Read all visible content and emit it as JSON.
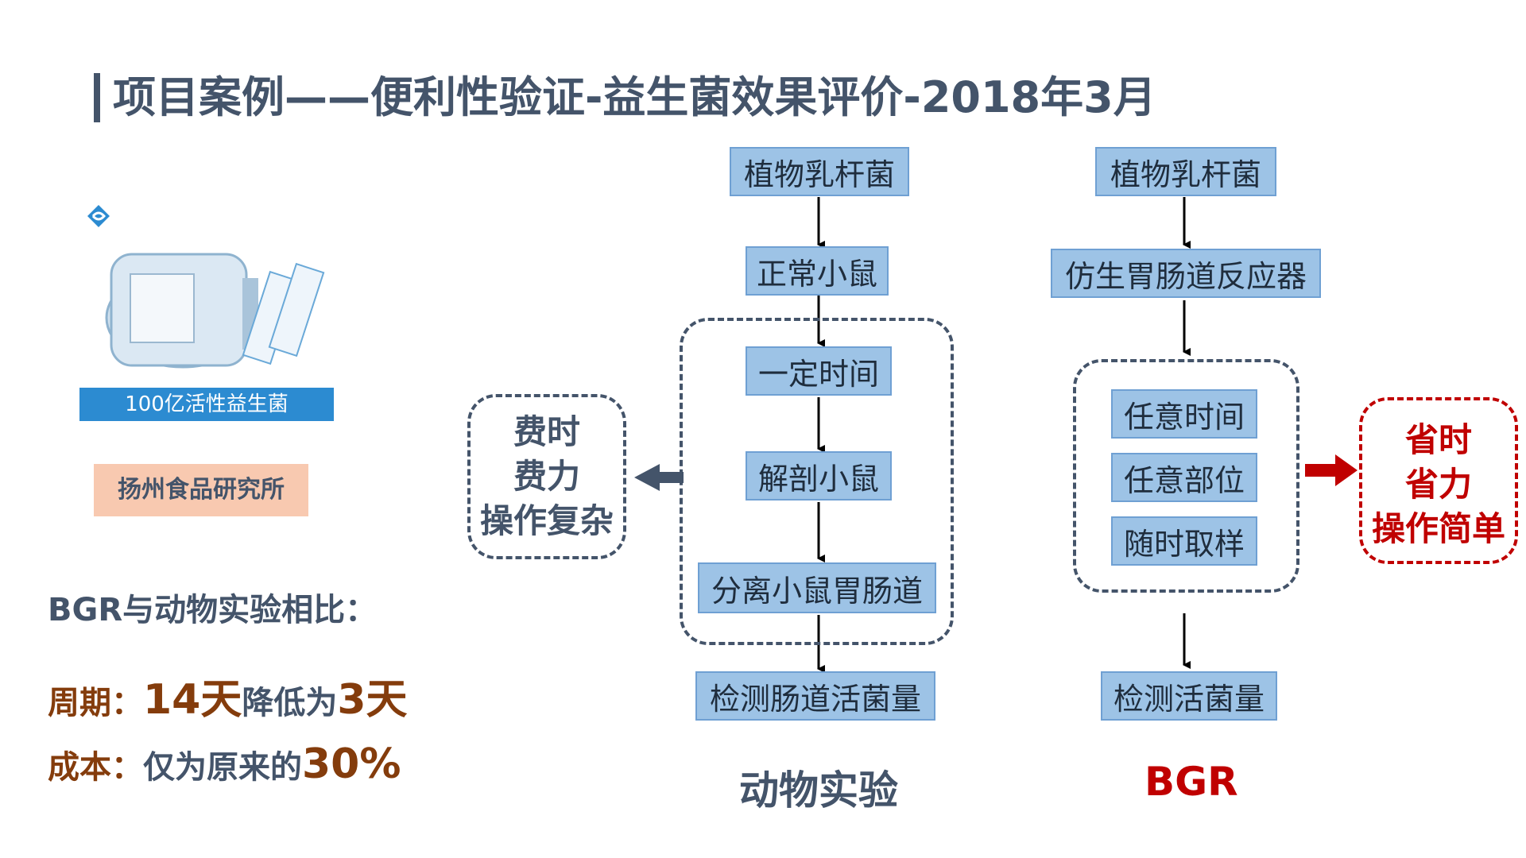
{
  "title": "项目案例——便利性验证-益生菌效果评价-2018年3月",
  "product": {
    "caption": "100亿活性益生菌",
    "institute": "扬州食品研究所"
  },
  "comparison": {
    "heading": "BGR与动物实验相比：",
    "cycle_label": "周期：",
    "cycle_from": "14天",
    "cycle_mid": "降低为",
    "cycle_to": "3天",
    "cost_label": "成本：",
    "cost_mid": "仅为原来的",
    "cost_value": "30%"
  },
  "animal_flow": {
    "steps": [
      "植物乳杆菌",
      "正常小鼠",
      "一定时间",
      "解剖小鼠",
      "分离小鼠胃肠道",
      "检测肠道活菌量"
    ],
    "side_note": [
      "费时",
      "费力",
      "操作复杂"
    ],
    "label": "动物实验"
  },
  "bgr_flow": {
    "steps": [
      "植物乳杆菌",
      "仿生胃肠道反应器",
      "任意时间",
      "任意部位",
      "随时取样",
      "检测活菌量"
    ],
    "side_note": [
      "省时",
      "省力",
      "操作简单"
    ],
    "label": "BGR"
  },
  "colors": {
    "title": "#44546a",
    "box_fill": "#9dc3e6",
    "accent_brown": "#843c0c",
    "accent_red": "#c00000",
    "label_bg": "#f8c9b0"
  }
}
